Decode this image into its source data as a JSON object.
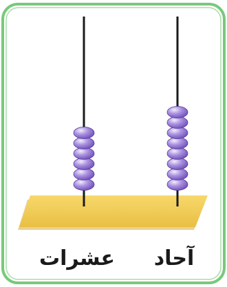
{
  "abacus": {
    "rods": [
      {
        "label": "عشرات",
        "bead_count": 6
      },
      {
        "label": "آحاد",
        "bead_count": 8
      }
    ],
    "colors": {
      "frame_border": "#78c97a",
      "base": "#f2cd5a",
      "bead": "#9b7ed8",
      "bead_highlight": "#e4dcf7",
      "rod": "#1a1a1a"
    }
  }
}
